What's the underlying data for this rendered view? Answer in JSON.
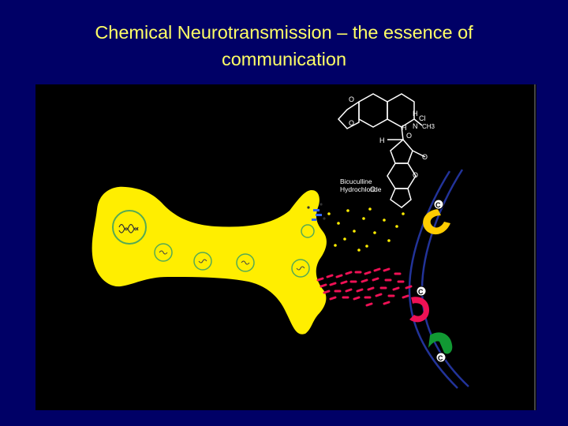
{
  "slide": {
    "title_line1": "Chemical Neurotransmission – the essence of",
    "title_line2": "communication"
  },
  "molecule": {
    "name_line1": "Bicuculline",
    "name_line2": "Hydrochloride",
    "atom_o": "O",
    "atom_n": "N",
    "atom_h": "H",
    "atom_cl": "Cl",
    "atom_ch3": "CH3"
  },
  "receptors": [
    {
      "label": "C",
      "color": "#ffcc00"
    },
    {
      "label": "C",
      "color": "#ee1155"
    },
    {
      "label": "C",
      "color": "#119933"
    }
  ],
  "colors": {
    "background": "#000066",
    "title": "#ffff66",
    "panel": "#000000",
    "neuron": "#ffee00",
    "membrane": "#223399",
    "vesicle_outline": "#55aa55"
  }
}
